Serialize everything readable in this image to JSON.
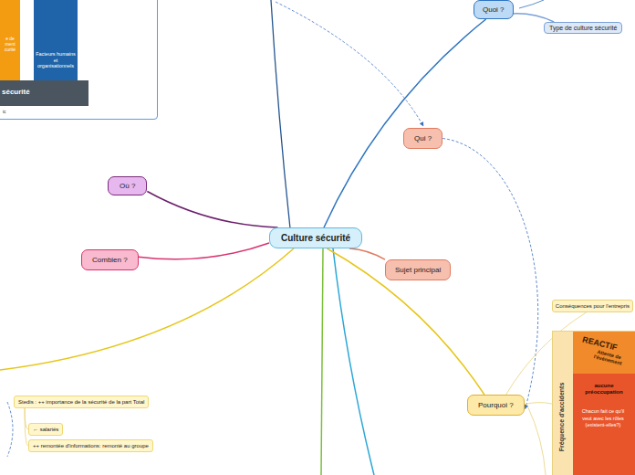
{
  "diagram": {
    "nodes": [
      {
        "text": [
          "Culture sécurité"
        ]
      },
      {
        "text": [
          "Quoi ?"
        ]
      },
      {
        "text": [
          "Type de culture sécurité"
        ]
      },
      {
        "text": [
          "Qui ?"
        ]
      },
      {
        "text": [
          "Où ?"
        ]
      },
      {
        "text": [
          "Combien ?"
        ]
      },
      {
        "text": [
          "Sujet principal"
        ]
      },
      {
        "text": [
          "Pourquoi ?"
        ]
      },
      {
        "text": [
          "Conséquences pour l'entrepris"
        ]
      },
      {
        "text": [
          "ic"
        ]
      },
      {
        "text": [
          "e de ment curité"
        ],
        "in": 9
      },
      {
        "text": [
          "Facteurs humains et organisationnels"
        ],
        "in": 9
      },
      {
        "text": [
          "sécurité"
        ],
        "in": 9
      },
      {
        "text": [
          "Fréquence d'accidents"
        ]
      },
      {
        "text": [
          "REACTIF",
          "Attente de l'événement"
        ],
        "in": 13
      },
      {
        "text": [
          "aucune préoccupation",
          "Chacun fait ce qu'il veut avec les rôles (existent-elles?)"
        ],
        "in": 13
      },
      {
        "text": [
          "Stedis : ++ importance de la sécurité de la part Total"
        ]
      },
      {
        "text": [
          "← salariés"
        ]
      },
      {
        "text": [
          "++ remontée d'informations: remonté au groupe"
        ]
      }
    ],
    "edges": [
      {
        "from": 0,
        "to": 1,
        "arrow": "none"
      },
      {
        "from": 1,
        "to": 2,
        "arrow": "none"
      },
      {
        "from": 0,
        "to": 4,
        "arrow": "none"
      },
      {
        "from": 0,
        "to": 5,
        "arrow": "none"
      },
      {
        "from": 0,
        "to": 6,
        "arrow": "none"
      },
      {
        "from": 0,
        "to": 7,
        "arrow": "none"
      },
      {
        "from": 3,
        "to": 7,
        "arrow": "to"
      },
      {
        "from": 7,
        "to": 8,
        "arrow": "none"
      },
      {
        "from": 7,
        "to": 13,
        "arrow": "none"
      },
      {
        "from": 16,
        "to": 17,
        "arrow": "none"
      },
      {
        "from": 16,
        "to": 18,
        "arrow": "none"
      }
    ]
  }
}
